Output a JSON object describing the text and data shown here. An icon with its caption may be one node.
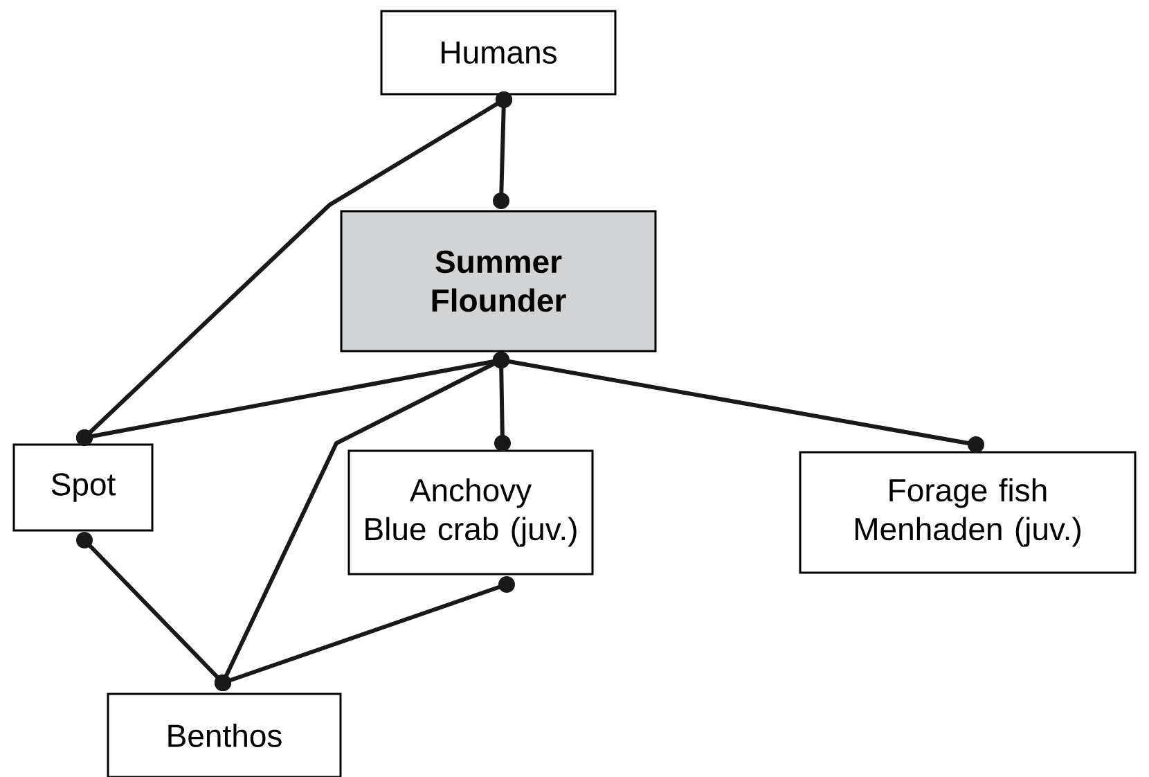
{
  "diagram": {
    "nodes": [
      {
        "text": [
          "Humans"
        ]
      },
      {
        "text": [
          "Summer Flounder"
        ]
      },
      {
        "text": [
          "Spot"
        ]
      },
      {
        "text": [
          "Anchovy",
          "Blue crab (juv.)"
        ]
      },
      {
        "text": [
          "Forage fish",
          "Menhaden (juv.)"
        ]
      },
      {
        "text": [
          "Benthos"
        ]
      }
    ],
    "edges": [
      {
        "from": 0,
        "to": 1,
        "arrow": "other"
      },
      {
        "from": 0,
        "to": 2,
        "arrow": "other"
      },
      {
        "from": 1,
        "to": 2,
        "arrow": "other"
      },
      {
        "from": 1,
        "to": 3,
        "arrow": "other"
      },
      {
        "from": 1,
        "to": 5,
        "arrow": "other"
      },
      {
        "from": 1,
        "to": 4,
        "arrow": "other"
      },
      {
        "from": 2,
        "to": 5,
        "arrow": "other"
      },
      {
        "from": 3,
        "to": 5,
        "arrow": "other"
      }
    ]
  }
}
